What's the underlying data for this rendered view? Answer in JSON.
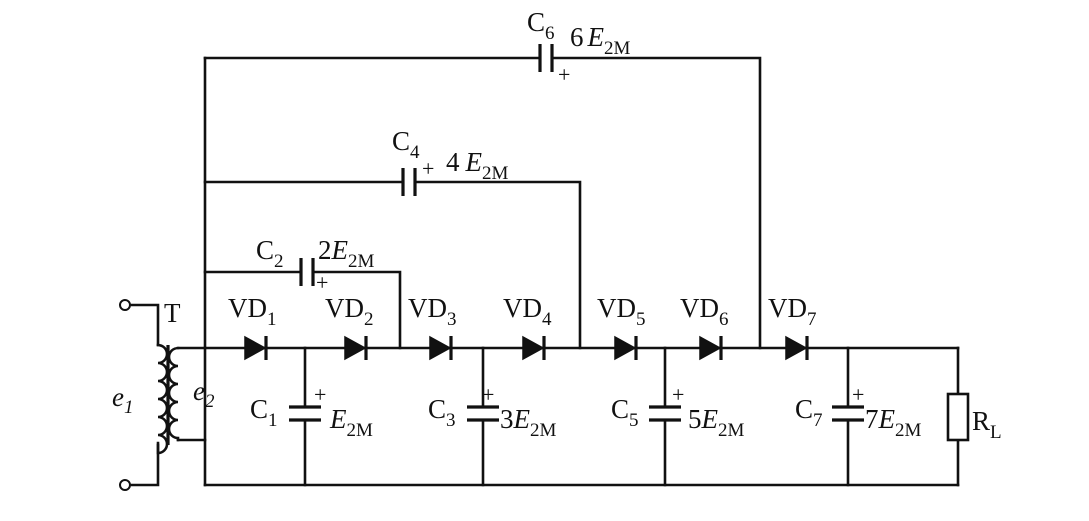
{
  "transformer": {
    "label": "T",
    "primary": "e",
    "primary_sub": "1",
    "secondary": "e",
    "secondary_sub": "2"
  },
  "diodes": [
    {
      "name": "VD",
      "sub": "1"
    },
    {
      "name": "VD",
      "sub": "2"
    },
    {
      "name": "VD",
      "sub": "3"
    },
    {
      "name": "VD",
      "sub": "4"
    },
    {
      "name": "VD",
      "sub": "5"
    },
    {
      "name": "VD",
      "sub": "6"
    },
    {
      "name": "VD",
      "sub": "7"
    }
  ],
  "capacitors": {
    "c1": {
      "name": "C",
      "sub": "1",
      "coef": "",
      "var": "E",
      "var_sub": "2M"
    },
    "c2": {
      "name": "C",
      "sub": "2",
      "coef": "2",
      "var": "E",
      "var_sub": "2M"
    },
    "c3": {
      "name": "C",
      "sub": "3",
      "coef": "3",
      "var": "E",
      "var_sub": "2M"
    },
    "c4": {
      "name": "C",
      "sub": "4",
      "coef": "4",
      "var": "E",
      "var_sub": "2M"
    },
    "c5": {
      "name": "C",
      "sub": "5",
      "coef": "5",
      "var": "E",
      "var_sub": "2M"
    },
    "c6": {
      "name": "C",
      "sub": "6",
      "coef": "6",
      "var": "E",
      "var_sub": "2M"
    },
    "c7": {
      "name": "C",
      "sub": "7",
      "coef": "7",
      "var": "E",
      "var_sub": "2M"
    }
  },
  "plus": "+",
  "load": {
    "name": "R",
    "sub": "L"
  }
}
